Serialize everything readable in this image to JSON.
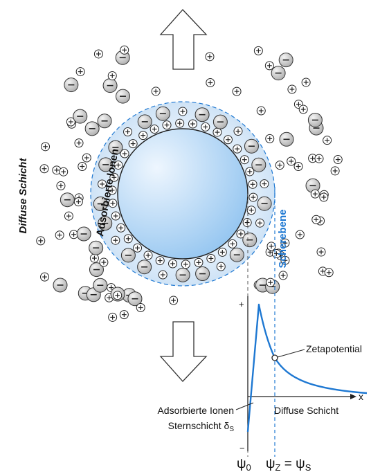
{
  "labels": {
    "diffuse_layer_vertical": "Diffuse Schicht",
    "adsorbed_ions_arc": "Adsorbierte Ionen",
    "shear_plane": "Scherebene",
    "zeta_potential": "Zetapotential",
    "adsorbed_ions": "Adsorbierte Ionen",
    "stern_layer": "Sternschicht δ",
    "stern_layer_sub": "S",
    "diffuse_layer": "Diffuse Schicht",
    "axis_x": "x",
    "axis_plus": "+",
    "axis_minus": "−",
    "psi0": "ψ",
    "psi0_sub": "0",
    "psiz": "ψ",
    "psiz_sub": "Z",
    "equals": " = ψ",
    "psis_sub": "S"
  },
  "ion_symbols": {
    "positive": "+",
    "negative": "−"
  },
  "colors": {
    "particle_light": "#eaf4fd",
    "particle_dark": "#8ec2ef",
    "stern_layer_fill": "#d3e6f7",
    "shear_plane": "#1e78d2",
    "potential_curve": "#1e78d2",
    "negative_ion_light": "#f2f2f2",
    "negative_ion_dark": "#a9a9a9"
  },
  "icons": [
    "arrow-up-icon",
    "arrow-down-icon",
    "positive-ion-icon",
    "negative-ion-icon"
  ]
}
